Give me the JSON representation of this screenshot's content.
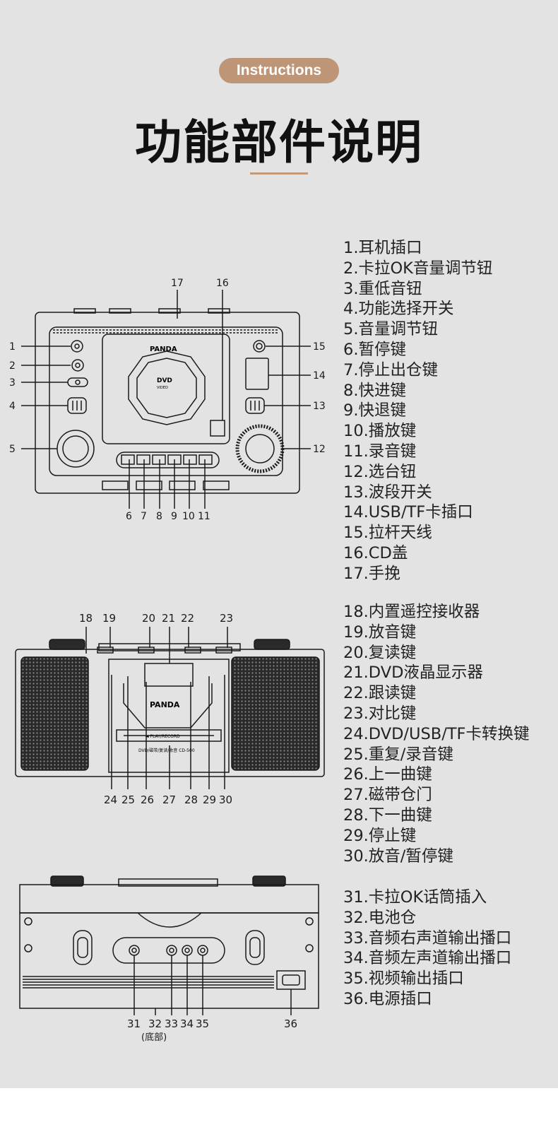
{
  "header": {
    "badge": "Instructions",
    "title": "功能部件说明"
  },
  "front": {
    "brand": "PANDA",
    "disc_logo": "DVD",
    "disc_sub": "VIDEO",
    "labels": [
      "1",
      "2",
      "3",
      "4",
      "5",
      "6",
      "7",
      "8",
      "9",
      "10",
      "11",
      "12",
      "13",
      "14",
      "15",
      "16",
      "17"
    ],
    "items": [
      "1.耳机插口",
      "2.卡拉OK音量调节钮",
      "3.重低音钮",
      "4.功能选择开关",
      "5.音量调节钮",
      "6.暂停键",
      "7.停止出仓键",
      "8.快进键",
      "9.快退键",
      "10.播放键",
      "11.录音键",
      "12.选台钮",
      "13.波段开关",
      "14.USB/TF卡插口",
      "15.拉杆天线",
      "16.CD盖",
      "17.手挽"
    ]
  },
  "top": {
    "brand": "PANDA",
    "deck_label": "◄ PLAY/RECORD",
    "model": "DVD/磁带/复读/收音 CD-500",
    "labels": [
      "18",
      "19",
      "20",
      "21",
      "22",
      "23",
      "24",
      "25",
      "26",
      "27",
      "28",
      "29",
      "30"
    ],
    "items": [
      "18.内置遥控接收器",
      "19.放音键",
      "20.复读键",
      "21.DVD液晶显示器",
      "22.跟读键",
      "23.对比键",
      "24.DVD/USB/TF卡转换键",
      "25.重复/录音键",
      "26.上一曲键",
      "27.磁带仓门",
      "28.下一曲键",
      "29.停止键",
      "30.放音/暂停键"
    ]
  },
  "back": {
    "labels": [
      "31",
      "32",
      "33",
      "34",
      "35",
      "36"
    ],
    "bottom_note": "(底部)",
    "items": [
      "31.卡拉OK话筒插入",
      "32.电池仓",
      "33.音频右声道输出播口",
      "34.音频左声道输出播口",
      "35.视频输出插口",
      "36.电源插口"
    ]
  },
  "colors": {
    "accent": "#bf9577",
    "background": "#e3e3e3",
    "line": "#1a1a1a"
  }
}
